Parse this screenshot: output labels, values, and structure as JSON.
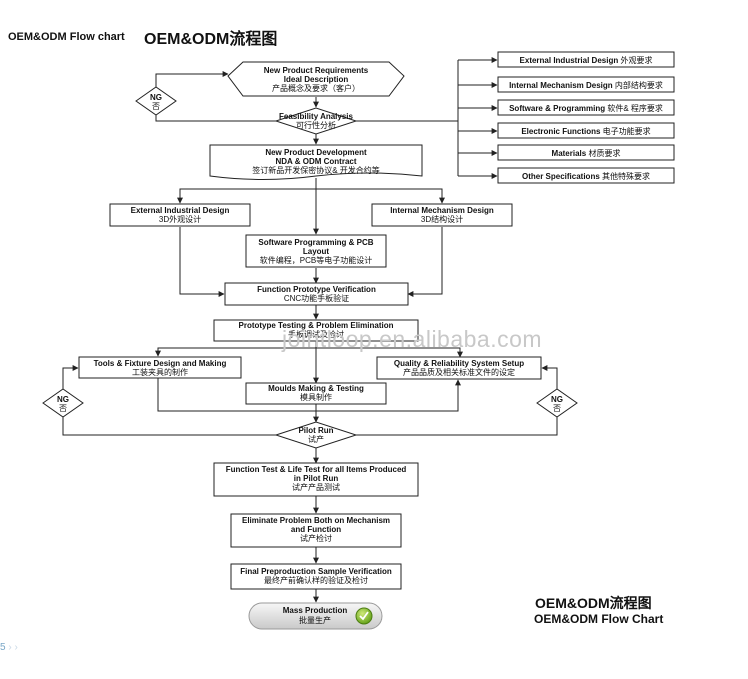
{
  "header": {
    "title_en": "OEM&ODM Flow chart",
    "title_cn": "OEM&ODM流程图"
  },
  "footer": {
    "brand_cn": "OEM&ODM流程图",
    "brand_en": "OEM&ODM Flow Chart"
  },
  "watermark": "jointloop.en.alibaba.com",
  "pager": {
    "page": "5",
    "chevrons": "› ›"
  },
  "nodes": {
    "requirements": {
      "lines": [
        "New Product Requirements",
        "Ideal Description"
      ],
      "cn": "产品概念及要求（客户）"
    },
    "feasibility": {
      "lines": [
        "Feasibility Analysis"
      ],
      "cn": "可行性分析"
    },
    "development": {
      "lines": [
        "New Product Development",
        "NDA & ODM Contract"
      ],
      "cn": "签订新品开发保密协议& 开发合约等"
    },
    "ext_design": {
      "lines": [
        "External Industrial Design"
      ],
      "cn": "3D外观设计"
    },
    "int_design": {
      "lines": [
        "Internal Mechanism Design"
      ],
      "cn": "3D结构设计"
    },
    "software_pcb": {
      "lines": [
        "Software Programming & PCB",
        "Layout"
      ],
      "cn": "软件编程，PCB等电子功能设计"
    },
    "prototype_verif": {
      "lines": [
        "Function Prototype Verification"
      ],
      "cn": "CNC功能手板验证"
    },
    "prototype_test": {
      "lines": [
        "Prototype Testing & Problem Elimination"
      ],
      "cn": "手板调试及检讨"
    },
    "tools": {
      "lines": [
        "Tools & Fixture Design and Making"
      ],
      "cn": "工装夹具的制作"
    },
    "quality": {
      "lines": [
        "Quality & Reliability System Setup"
      ],
      "cn": "产品品质及相关标准文件的设定"
    },
    "moulds": {
      "lines": [
        "Moulds Making & Testing"
      ],
      "cn": "模具制作"
    },
    "pilot": {
      "lines": [
        "Pilot Run"
      ],
      "cn": "试产"
    },
    "function_test": {
      "lines": [
        "Function Test & Life Test for all Items Produced",
        "in Pilot Run"
      ],
      "cn": "试产产品测试"
    },
    "eliminate": {
      "lines": [
        "Eliminate Problem Both on Mechanism",
        "and Function"
      ],
      "cn": "试产检讨"
    },
    "final": {
      "lines": [
        "Final Preproduction Sample Verification"
      ],
      "cn": "最终产前确认样的验证及检讨"
    },
    "mass": {
      "lines": [
        "Mass Production"
      ],
      "cn": "批量生产"
    }
  },
  "ng_label": {
    "en": "NG",
    "cn": "否"
  },
  "requirements_list": [
    {
      "en": "External Industrial Design",
      "cn": "外观要求"
    },
    {
      "en": "Internal Mechanism Design",
      "cn": "内部结构要求"
    },
    {
      "en": "Software & Programming",
      "cn": "软件& 程序要求"
    },
    {
      "en": "Electronic Functions",
      "cn": "电子功能要求"
    },
    {
      "en": "Materials",
      "cn": "材质要求"
    },
    {
      "en": "Other Specifications",
      "cn": "其他特殊要求"
    }
  ]
}
